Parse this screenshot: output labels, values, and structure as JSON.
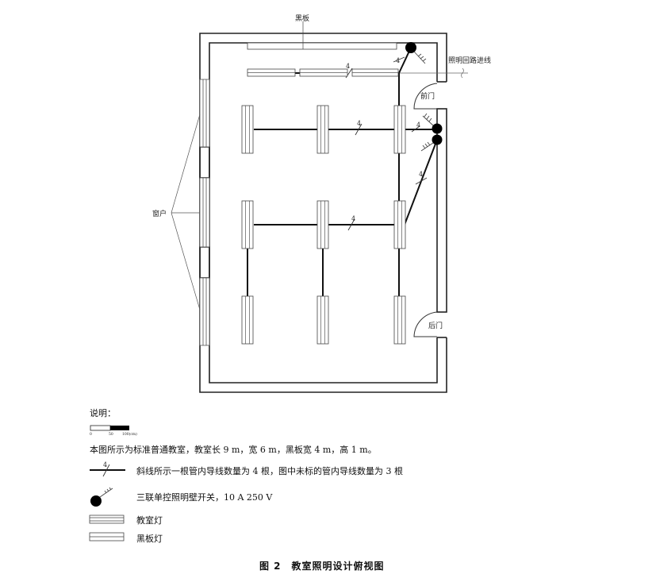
{
  "figure": {
    "labels": {
      "blackboard": "黑板",
      "inlet": "照明回路进线",
      "front_door": "前门",
      "rear_door": "后门",
      "window": "窗户",
      "wire_count": "4"
    },
    "legend": {
      "title": "说明：",
      "scale": {
        "ticks": [
          "0",
          "50",
          "100(cm)"
        ]
      },
      "description": "本图所示为标准普通教室，教室长 9 m，宽 6 m，黑板宽 4 m，高 1 m。",
      "wire_mark_label": "4",
      "wire_note": "斜线所示一根管内导线数量为 4 根，图中未标的管内导线数量为 3 根",
      "switch_note": "三联单控照明壁开关，10 A 250 V",
      "classroom_lamp": "教室灯",
      "blackboard_lamp": "黑板灯"
    },
    "caption": "图 2　教室照明设计俯视图"
  }
}
